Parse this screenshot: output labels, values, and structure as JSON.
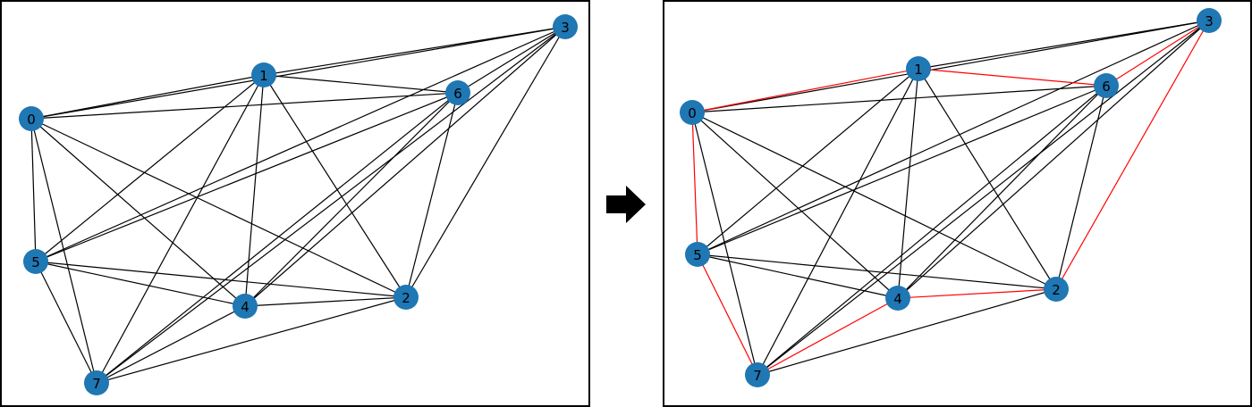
{
  "graph": {
    "nodes": [
      "0",
      "1",
      "2",
      "3",
      "4",
      "5",
      "6",
      "7"
    ],
    "edges": [
      [
        "0",
        "1"
      ],
      [
        "0",
        "3"
      ],
      [
        "0",
        "6"
      ],
      [
        "0",
        "5"
      ],
      [
        "0",
        "4"
      ],
      [
        "0",
        "2"
      ],
      [
        "0",
        "7"
      ],
      [
        "1",
        "3"
      ],
      [
        "1",
        "6"
      ],
      [
        "1",
        "5"
      ],
      [
        "1",
        "4"
      ],
      [
        "1",
        "2"
      ],
      [
        "1",
        "7"
      ],
      [
        "3",
        "6"
      ],
      [
        "3",
        "5"
      ],
      [
        "3",
        "2"
      ],
      [
        "3",
        "4"
      ],
      [
        "3",
        "7"
      ],
      [
        "6",
        "5"
      ],
      [
        "6",
        "4"
      ],
      [
        "6",
        "2"
      ],
      [
        "6",
        "7"
      ],
      [
        "5",
        "4"
      ],
      [
        "5",
        "2"
      ],
      [
        "5",
        "7"
      ],
      [
        "4",
        "2"
      ],
      [
        "4",
        "7"
      ],
      [
        "2",
        "7"
      ]
    ],
    "highlighted_cycle": [
      [
        "0",
        "1"
      ],
      [
        "1",
        "6"
      ],
      [
        "6",
        "3"
      ],
      [
        "3",
        "2"
      ],
      [
        "2",
        "4"
      ],
      [
        "4",
        "7"
      ],
      [
        "7",
        "5"
      ],
      [
        "5",
        "0"
      ]
    ]
  },
  "colors": {
    "node_fill": "#1f77b4",
    "edge": "#000000",
    "highlight_edge": "#ff0000",
    "arrow": "#000000"
  },
  "arrow_icon": "right-arrow-icon"
}
